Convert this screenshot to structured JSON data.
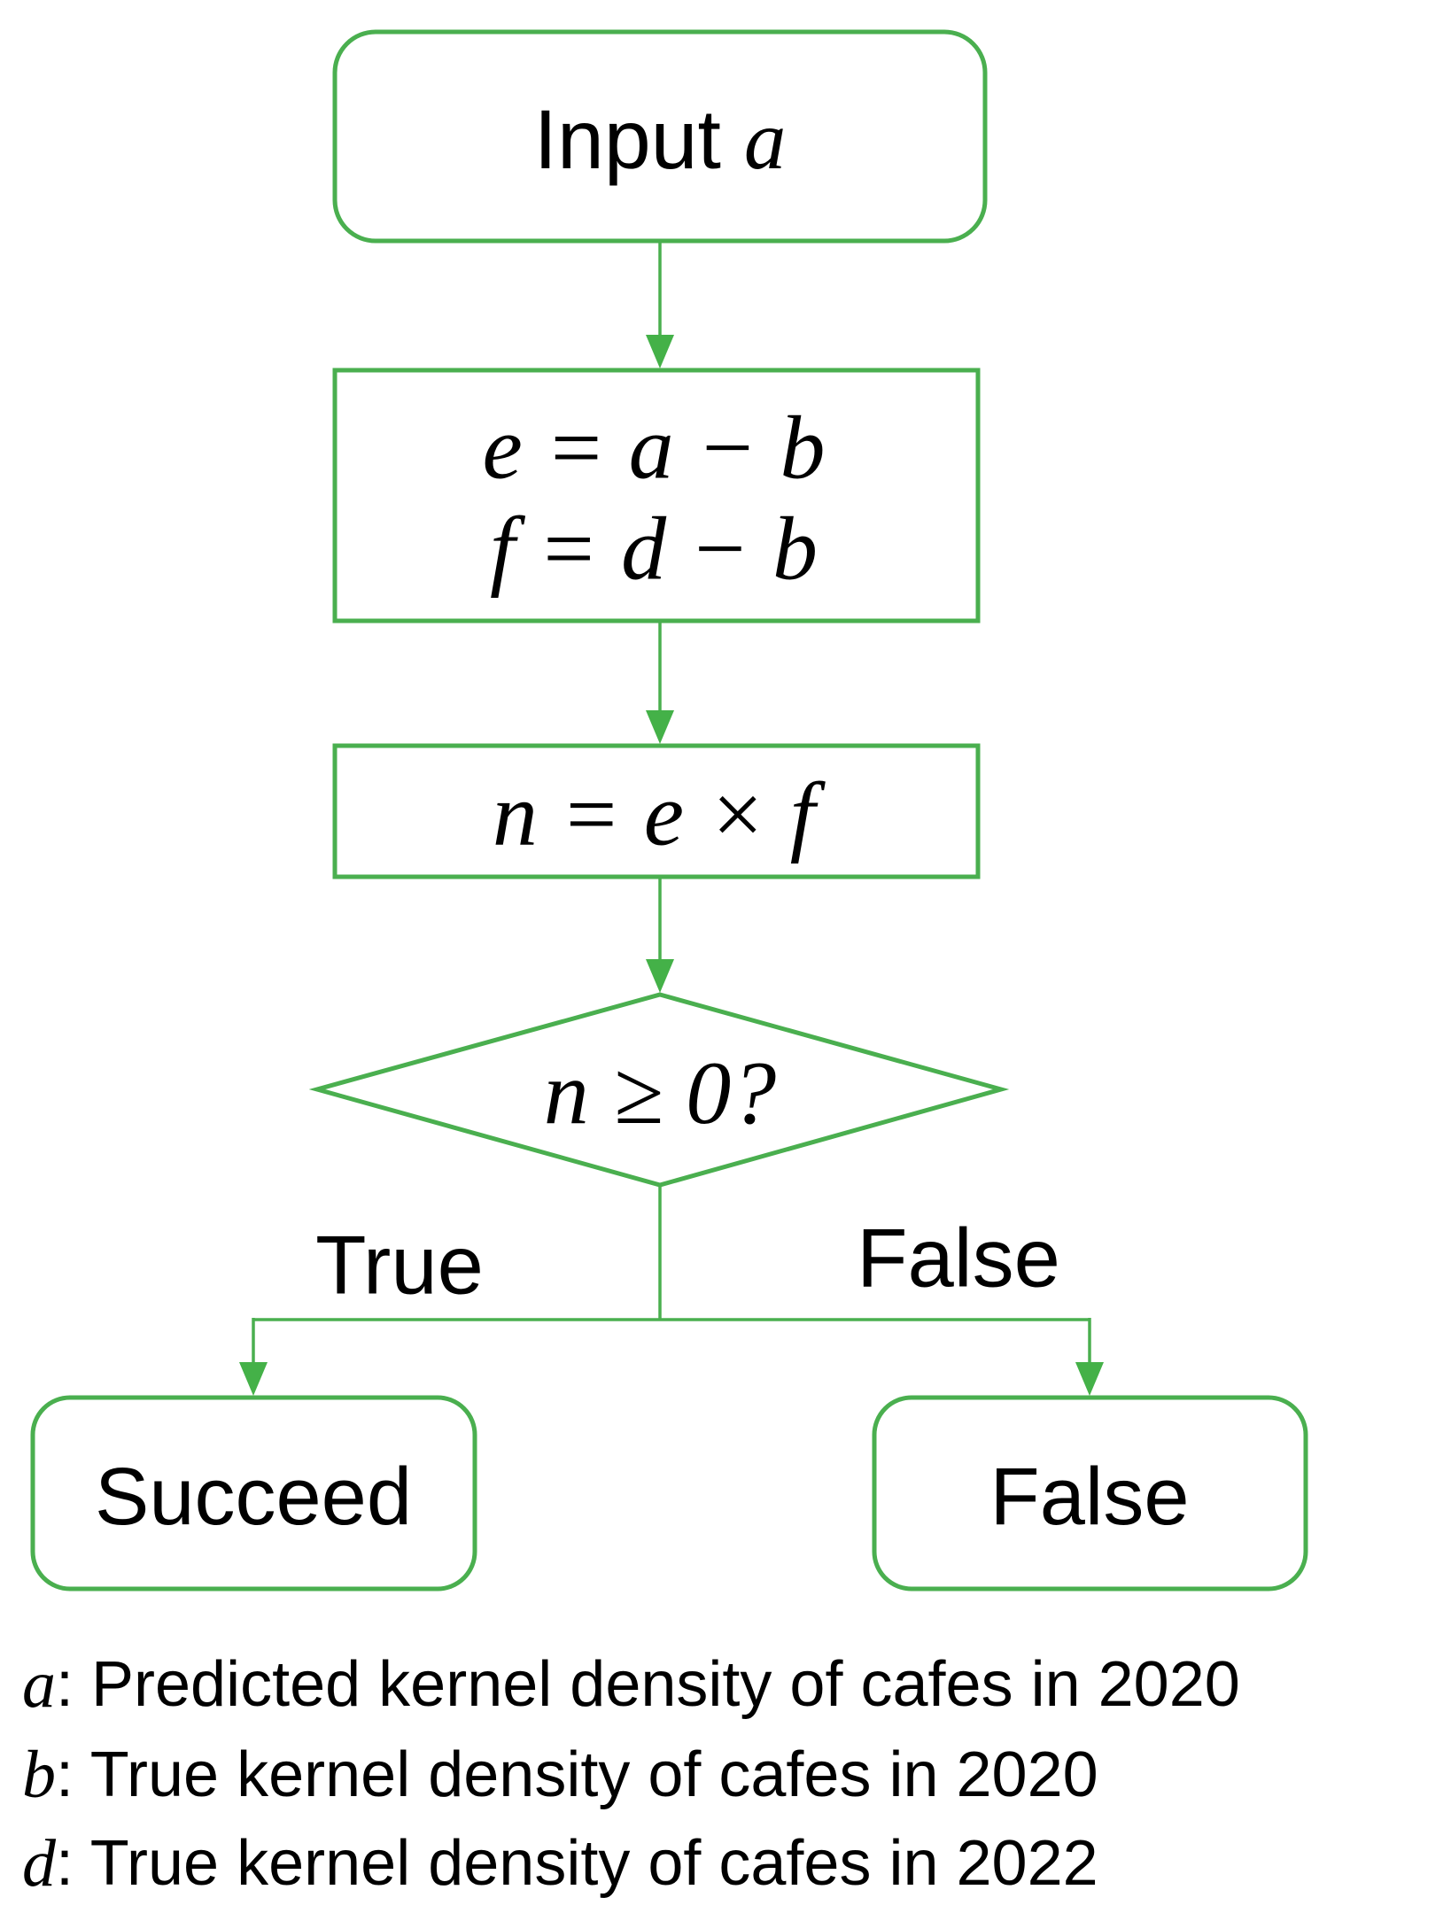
{
  "colors": {
    "accent_green": "#4aaf4f",
    "arrow_green": "#44b148",
    "text_black": "#000000",
    "background": "#ffffff"
  },
  "flowchart": {
    "input": {
      "prefix": "Input",
      "variable": "a"
    },
    "step1": {
      "line1": "e = a − b",
      "line2": "f = d − b"
    },
    "step2": {
      "formula": "n = e × f"
    },
    "decision": {
      "variable": "n",
      "condition": "≥ 0?"
    },
    "branch_true_label": "True",
    "branch_false_label": "False",
    "outcome_true": "Succeed",
    "outcome_false": "False"
  },
  "legend": [
    {
      "variable": "a",
      "description": ": Predicted kernel density of cafes in 2020"
    },
    {
      "variable": "b",
      "description": ": True kernel density of cafes in 2020"
    },
    {
      "variable": "d",
      "description": ": True kernel density of cafes in 2022"
    }
  ]
}
